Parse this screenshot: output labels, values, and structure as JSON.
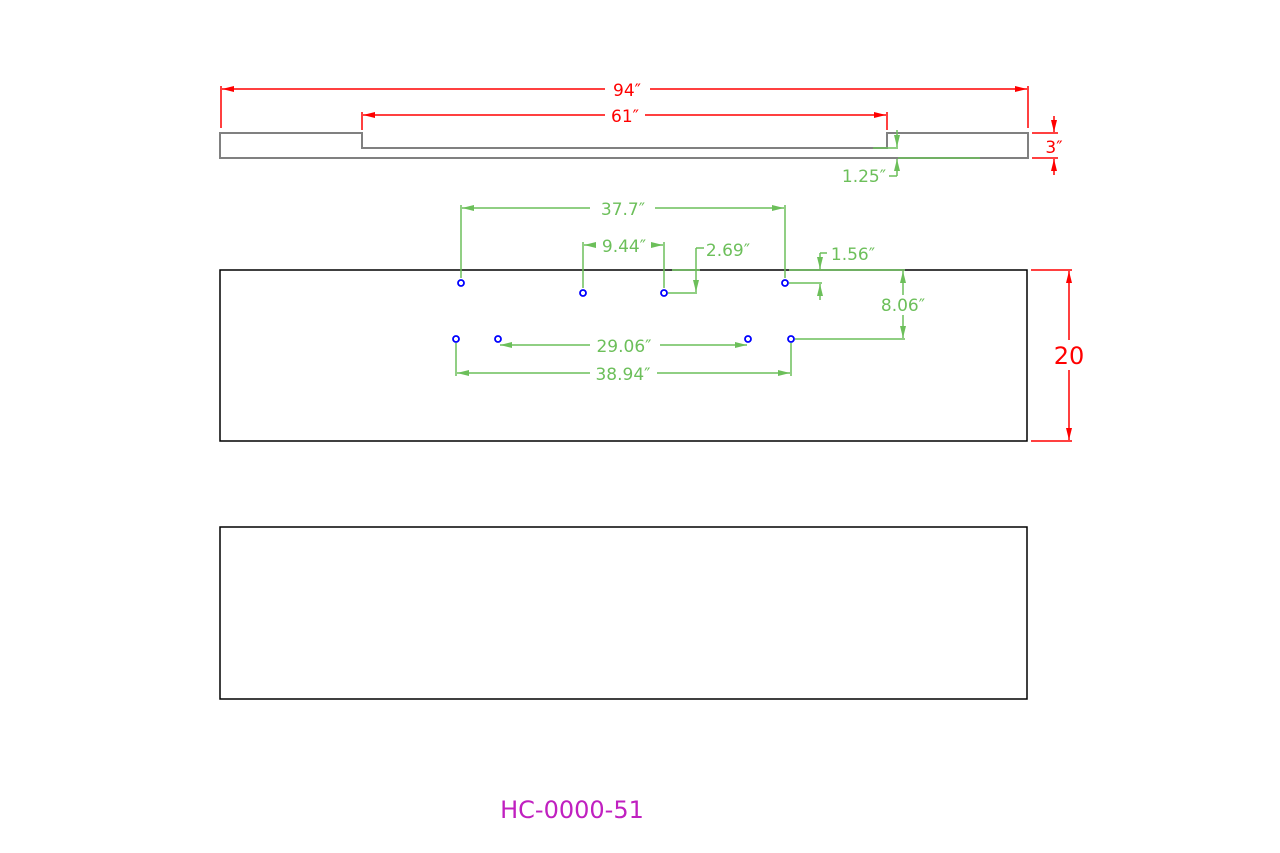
{
  "drawing": {
    "part_number": "HC-0000-51",
    "colors": {
      "outline": "#000000",
      "profile": "#808080",
      "dim_major": "#ff0000",
      "dim_minor": "#6cbf5a",
      "holes": "#0000ff",
      "title": "#c020c0"
    },
    "side_view": {
      "overall_length": "94″",
      "recess_length": "61″",
      "thickness": "3″",
      "recess_depth": "1.25″"
    },
    "top_view": {
      "width": "20",
      "hole_span_top_outer": "37.7″",
      "hole_span_top_inner": "9.44″",
      "hole_offset_a": "2.69″",
      "hole_offset_b": "1.56″",
      "row_spacing": "8.06″",
      "hole_span_bottom_inner": "29.06″",
      "hole_span_bottom_outer": "38.94″",
      "hole_count": 8
    }
  }
}
